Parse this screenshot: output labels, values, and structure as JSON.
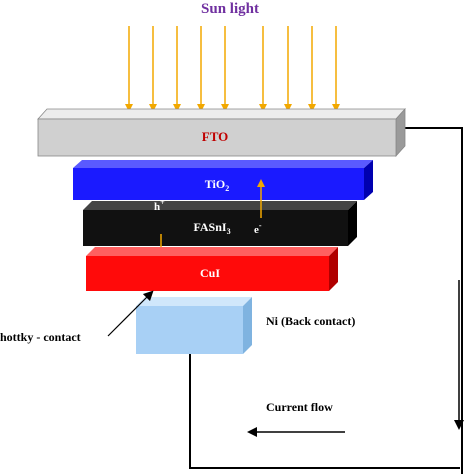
{
  "title": "Sun light",
  "layers": {
    "fto": "FTO",
    "tio2_base": "TiO",
    "tio2_sub": "2",
    "fasni_base": "FASnI",
    "fasni_sub": "3",
    "cui": "CuI"
  },
  "carriers": {
    "hole_base": "h",
    "hole_sup": "+",
    "electron_base": "e",
    "electron_sup": "-"
  },
  "labels": {
    "back_contact": "Ni (Back contact)",
    "schottky": "hottky - contact",
    "current_flow": "Current flow"
  },
  "colors": {
    "sun_arrow": "#f2a800",
    "fto_label": "#c00000",
    "title": "#7030a0",
    "tio2": "#1a1aff",
    "fasni": "#111111",
    "cui": "#ff0a0a",
    "ni": "#a8d0f5",
    "fto": "#d0d0d0"
  }
}
